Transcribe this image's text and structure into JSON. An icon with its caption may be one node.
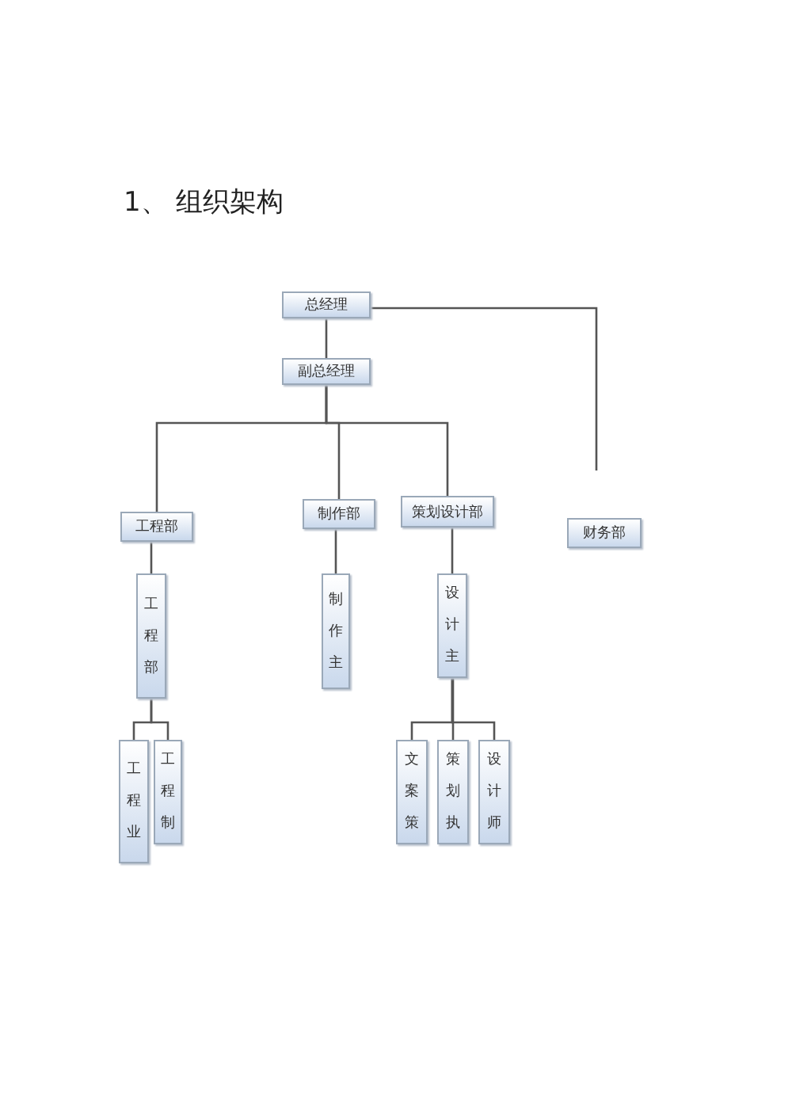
{
  "diagram": {
    "title": "1、 组织架构",
    "nodes": [
      {
        "text": [
          "总经理"
        ]
      },
      {
        "text": [
          "副总经理"
        ]
      },
      {
        "text": [
          "工程部"
        ]
      },
      {
        "text": [
          "制作部"
        ]
      },
      {
        "text": [
          "策划设计部"
        ]
      },
      {
        "text": [
          "财务部"
        ]
      },
      {
        "text": [
          "工程部"
        ]
      },
      {
        "text": [
          "制作主"
        ]
      },
      {
        "text": [
          "设计主"
        ]
      },
      {
        "text": [
          "工程业"
        ]
      },
      {
        "text": [
          "工程制"
        ]
      },
      {
        "text": [
          "文案策"
        ]
      },
      {
        "text": [
          "策划执"
        ]
      },
      {
        "text": [
          "设计师"
        ]
      }
    ],
    "edges": [
      {
        "from": 0,
        "to": 1,
        "arrow": "none"
      },
      {
        "from": 0,
        "to": 5,
        "arrow": "none"
      },
      {
        "from": 1,
        "to": 2,
        "arrow": "none"
      },
      {
        "from": 1,
        "to": 3,
        "arrow": "none"
      },
      {
        "from": 1,
        "to": 4,
        "arrow": "none"
      },
      {
        "from": 2,
        "to": 6,
        "arrow": "none"
      },
      {
        "from": 3,
        "to": 7,
        "arrow": "none"
      },
      {
        "from": 4,
        "to": 8,
        "arrow": "none"
      },
      {
        "from": 6,
        "to": 9,
        "arrow": "none"
      },
      {
        "from": 6,
        "to": 10,
        "arrow": "none"
      },
      {
        "from": 8,
        "to": 11,
        "arrow": "none"
      },
      {
        "from": 8,
        "to": 12,
        "arrow": "none"
      },
      {
        "from": 8,
        "to": 13,
        "arrow": "none"
      }
    ]
  }
}
